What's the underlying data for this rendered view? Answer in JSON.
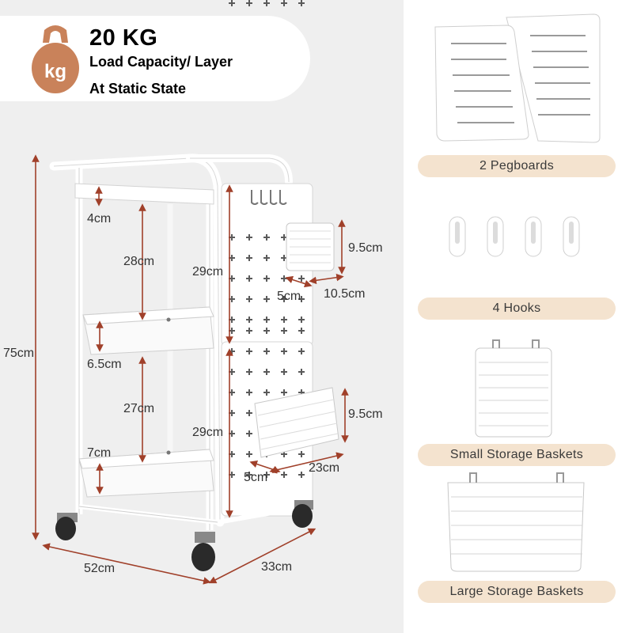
{
  "badge": {
    "icon_label": "kg",
    "capacity": "20 KG",
    "line1": "Load Capacity/ Layer",
    "line2": "At Static State"
  },
  "dimensions": {
    "total_height": "75cm",
    "top_gap": "4cm",
    "upper_layer_height": "28cm",
    "middle_tray_depth": "6.5cm",
    "lower_layer_height": "27cm",
    "bottom_tray_depth": "7cm",
    "upper_pegboard": "29cm",
    "lower_pegboard": "29cm",
    "small_basket_height": "9.5cm",
    "small_basket_depth": "5cm",
    "small_basket_width": "10.5cm",
    "large_basket_height": "9.5cm",
    "large_basket_depth": "5cm",
    "large_basket_width": "23cm",
    "width": "52cm",
    "depth": "33cm"
  },
  "accessories": {
    "pegboards": "2 Pegboards",
    "hooks": "4 Hooks",
    "small_baskets": "Small Storage Baskets",
    "large_baskets": "Large Storage Baskets"
  },
  "colors": {
    "left_background": "#efefef",
    "dimension_line": "#a0402a",
    "badge_icon": "#c9825a",
    "label_pill": "#f4e3cf",
    "cart_white": "#ffffff"
  }
}
